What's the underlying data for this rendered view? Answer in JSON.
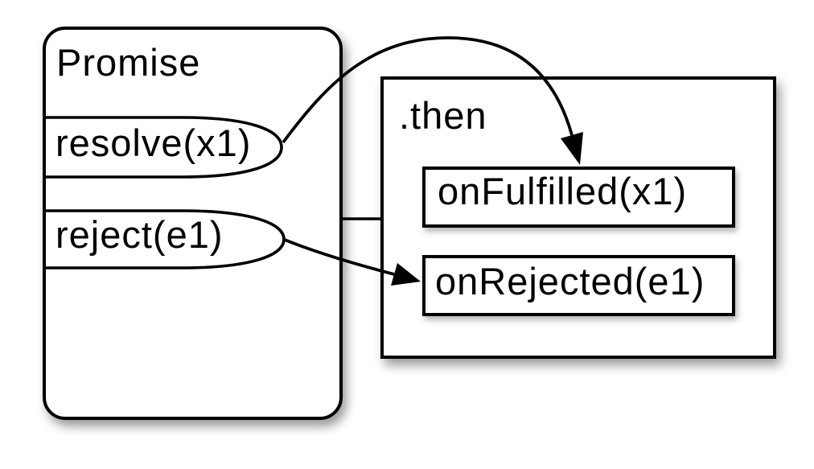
{
  "colors": {
    "stroke": "#000000",
    "fill": "#ffffff",
    "background": "#ffffff"
  },
  "promise": {
    "title": "Promise",
    "methods": [
      {
        "label": "resolve(x1)"
      },
      {
        "label": "reject(e1)"
      }
    ]
  },
  "then": {
    "title": ".then",
    "handlers": [
      {
        "label": "onFulfilled(x1)"
      },
      {
        "label": "onRejected(e1)"
      }
    ]
  },
  "edges": [
    {
      "from": "resolve(x1)",
      "to": "onFulfilled(x1)",
      "style": "curved-arrow"
    },
    {
      "from": "reject(e1)",
      "to": "onRejected(e1)",
      "style": "straight-arrow"
    },
    {
      "from": "Promise",
      "to": ".then",
      "style": "plain-line"
    }
  ]
}
